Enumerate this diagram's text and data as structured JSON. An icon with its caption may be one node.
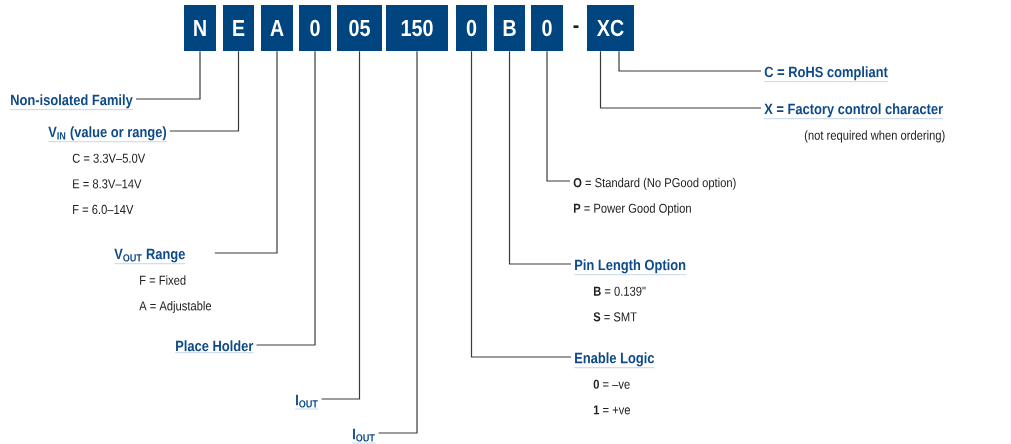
{
  "diagram": {
    "nodes": [
      {
        "text": [
          "N"
        ]
      },
      {
        "text": [
          "E"
        ]
      },
      {
        "text": [
          "A"
        ]
      },
      {
        "text": [
          "0"
        ]
      },
      {
        "text": [
          "05"
        ]
      },
      {
        "text": [
          "150"
        ]
      },
      {
        "text": [
          "0"
        ]
      },
      {
        "text": [
          "B"
        ]
      },
      {
        "text": [
          "0"
        ]
      },
      {
        "text": [
          "XC"
        ]
      },
      {
        "text": [
          "Non-isolated Family"
        ]
      },
      {
        "text": [
          "V$_{IN}$ (value or range)",
          "C = 3.3V–5.0V",
          "E = 8.3V–14V",
          "F = 6.0–14V"
        ]
      },
      {
        "text": [
          "V$_{OUT}$ Range",
          "F = Fixed",
          "A = Adjustable"
        ]
      },
      {
        "text": [
          "Place Holder"
        ]
      },
      {
        "text": [
          "I$_{OUT}$"
        ]
      },
      {
        "text": [
          "I$_{OUT}$"
        ]
      },
      {
        "text": [
          "Enable Logic",
          "**0** = –ve",
          "**1** = +ve"
        ]
      },
      {
        "text": [
          "Pin Length Option",
          "**B** = 0.139\"",
          "**S** = SMT"
        ]
      },
      {
        "text": [
          "**O** = Standard (No PGood option)",
          "**P** = Power Good Option"
        ]
      },
      {
        "text": [
          "X = Factory control character",
          "(not required when ordering)"
        ]
      },
      {
        "text": [
          "C = RoHS compliant"
        ]
      }
    ],
    "edges": [
      {
        "from": 0,
        "to": 10,
        "arrow": "none"
      },
      {
        "from": 1,
        "to": 11,
        "arrow": "none"
      },
      {
        "from": 2,
        "to": 12,
        "arrow": "none"
      },
      {
        "from": 3,
        "to": 13,
        "arrow": "none"
      },
      {
        "from": 4,
        "to": 14,
        "arrow": "none"
      },
      {
        "from": 5,
        "to": 15,
        "arrow": "none"
      },
      {
        "from": 6,
        "to": 16,
        "arrow": "none"
      },
      {
        "from": 7,
        "to": 17,
        "arrow": "none"
      },
      {
        "from": 8,
        "to": 18,
        "arrow": "none"
      },
      {
        "from": 9,
        "to": 19,
        "arrow": "none"
      },
      {
        "from": 9,
        "to": 20,
        "arrow": "none"
      }
    ],
    "labels": [
      "-"
    ]
  }
}
